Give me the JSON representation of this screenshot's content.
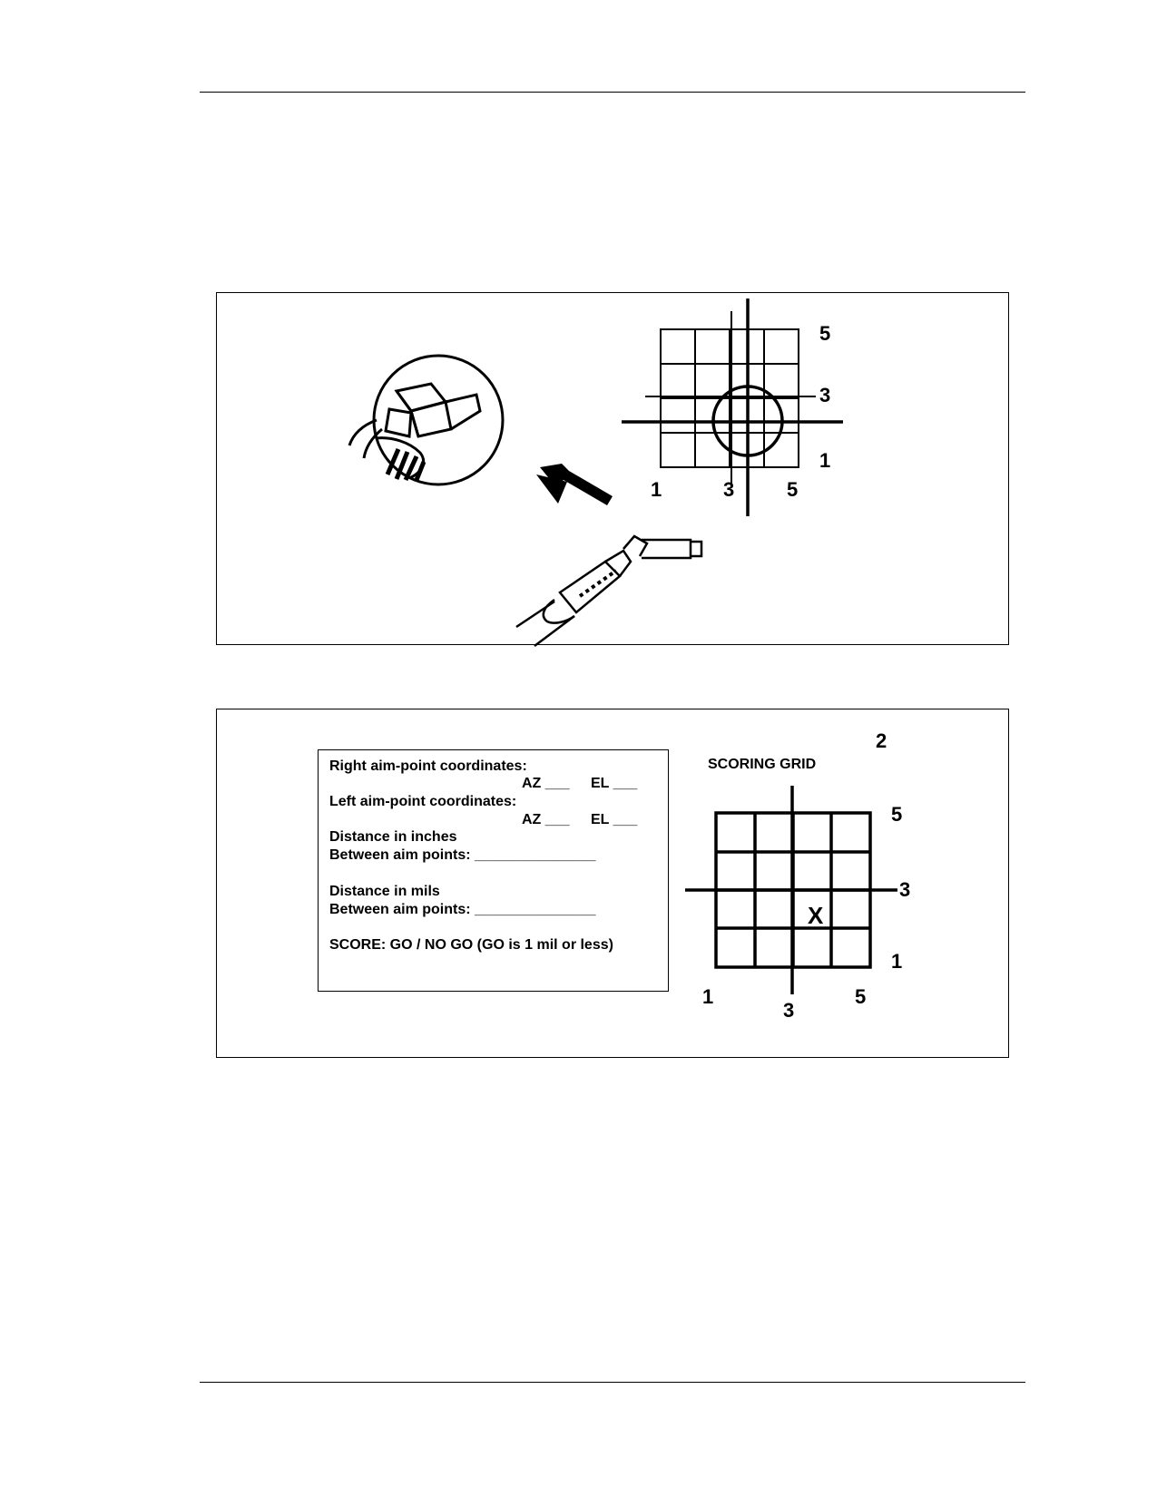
{
  "figure1": {
    "grid_labels": {
      "right": [
        "5",
        "3",
        "1"
      ],
      "bottom": [
        "1",
        "3",
        "5"
      ]
    }
  },
  "figure2": {
    "panel_number": "2",
    "form": {
      "right_coords_label": "Right aim-point coordinates:",
      "right_az": "AZ ___",
      "right_el": "EL ___",
      "left_coords_label": "Left aim-point coordinates:",
      "left_az": "AZ ___",
      "left_el": "EL ___",
      "inches_label": "Distance in inches",
      "inches_between": "Between aim points: _______________",
      "mils_label": "Distance in mils",
      "mils_between": "Between aim points: _______________",
      "score": "SCORE: GO / NO GO (GO is 1 mil or less)"
    },
    "scoring_grid": {
      "title": "SCORING GRID",
      "mark": "X",
      "right_labels": [
        "5",
        "3",
        "1"
      ],
      "bottom_labels": [
        "1",
        "3",
        "5"
      ]
    }
  }
}
